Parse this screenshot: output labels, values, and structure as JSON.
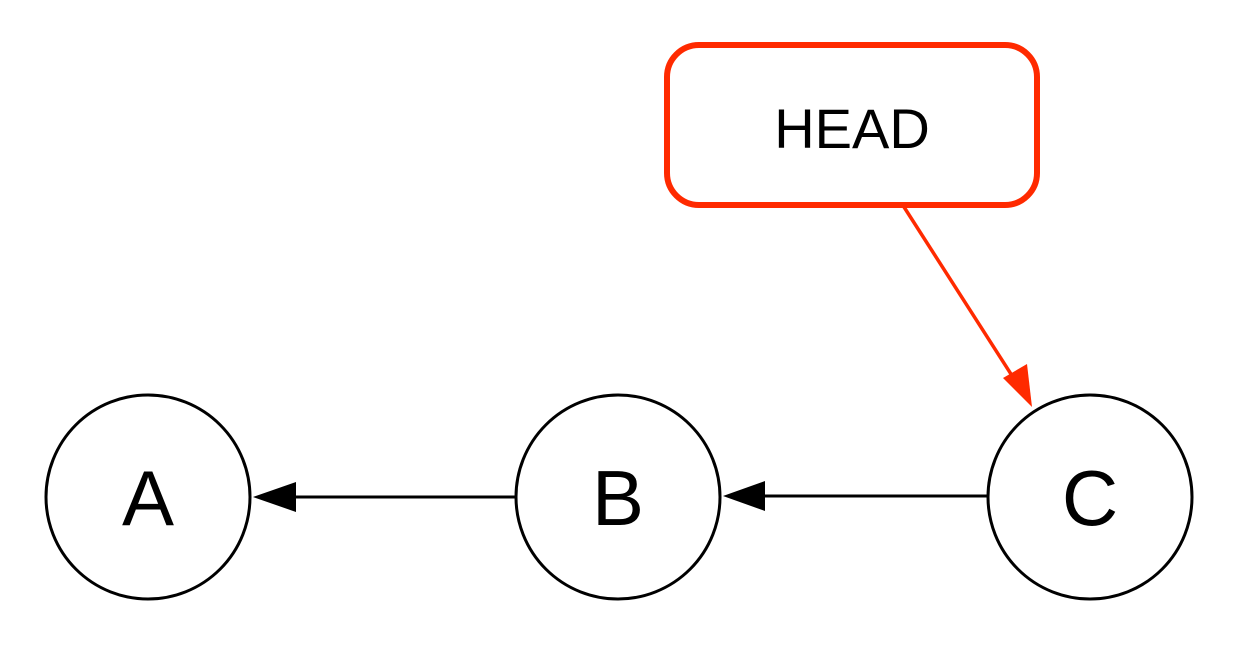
{
  "diagram": {
    "type": "commit-graph",
    "colors": {
      "node_stroke": "#000000",
      "edge": "#000000",
      "head_ref": "#ff2a00",
      "background": "#ffffff"
    },
    "head": {
      "label": "HEAD",
      "points_to": "C"
    },
    "nodes": [
      {
        "id": "A",
        "label": "A"
      },
      {
        "id": "B",
        "label": "B"
      },
      {
        "id": "C",
        "label": "C"
      }
    ],
    "edges": [
      {
        "from": "B",
        "to": "A"
      },
      {
        "from": "C",
        "to": "B"
      },
      {
        "from": "HEAD",
        "to": "C"
      }
    ]
  }
}
